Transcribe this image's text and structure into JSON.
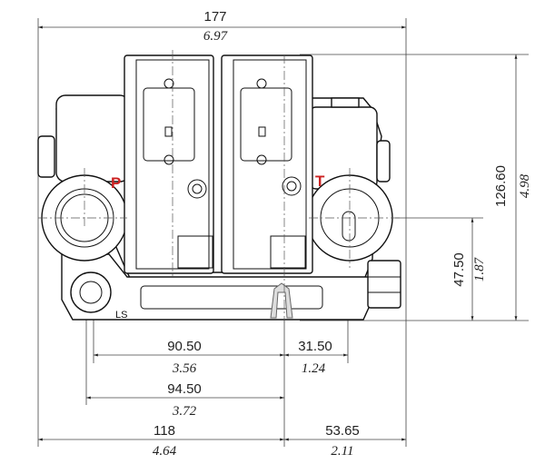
{
  "colors": {
    "port_label": "#cc2222",
    "line": "#111111"
  },
  "ports": {
    "pressure": "P",
    "tank": "T",
    "load_sense": "LS"
  },
  "dimensions": {
    "overall_width": {
      "mm": "177",
      "in": "6.97"
    },
    "overall_height": {
      "mm": "126.60",
      "in": "4.98"
    },
    "port_height": {
      "mm": "47.50",
      "in": "1.87"
    },
    "ls_to_center": {
      "mm": "90.50",
      "in": "3.56"
    },
    "center_to_t": {
      "mm": "31.50",
      "in": "1.24"
    },
    "p_to_center": {
      "mm": "94.50",
      "in": "3.72"
    },
    "left_to_center": {
      "mm": "118",
      "in": "4.64"
    },
    "center_to_right": {
      "mm": "53.65",
      "in": "2.11"
    }
  }
}
